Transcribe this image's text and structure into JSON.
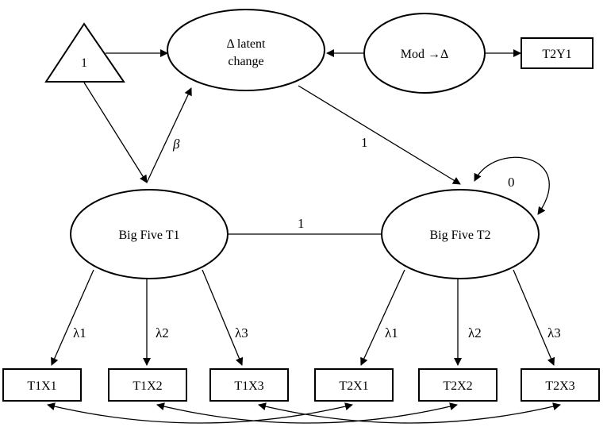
{
  "nodes": {
    "constant": "1",
    "latent_change_line1": "Δ latent",
    "latent_change_line2": "change",
    "mod": "Mod →Δ",
    "t2y1": "T2Y1",
    "big_five_t1": "Big Five T1",
    "big_five_t2": "Big Five T2",
    "t1x1": "T1X1",
    "t1x2": "T1X2",
    "t1x3": "T1X3",
    "t2x1": "T2X1",
    "t2x2": "T2X2",
    "t2x3": "T2X3"
  },
  "edge_labels": {
    "beta": "β",
    "change_to_t2": "1",
    "t1_t2": "1",
    "self_loop": "0",
    "t1_l1": "λ1",
    "t1_l2": "λ2",
    "t1_l3": "λ3",
    "t2_l1": "λ1",
    "t2_l2": "λ2",
    "t2_l3": "λ3"
  }
}
